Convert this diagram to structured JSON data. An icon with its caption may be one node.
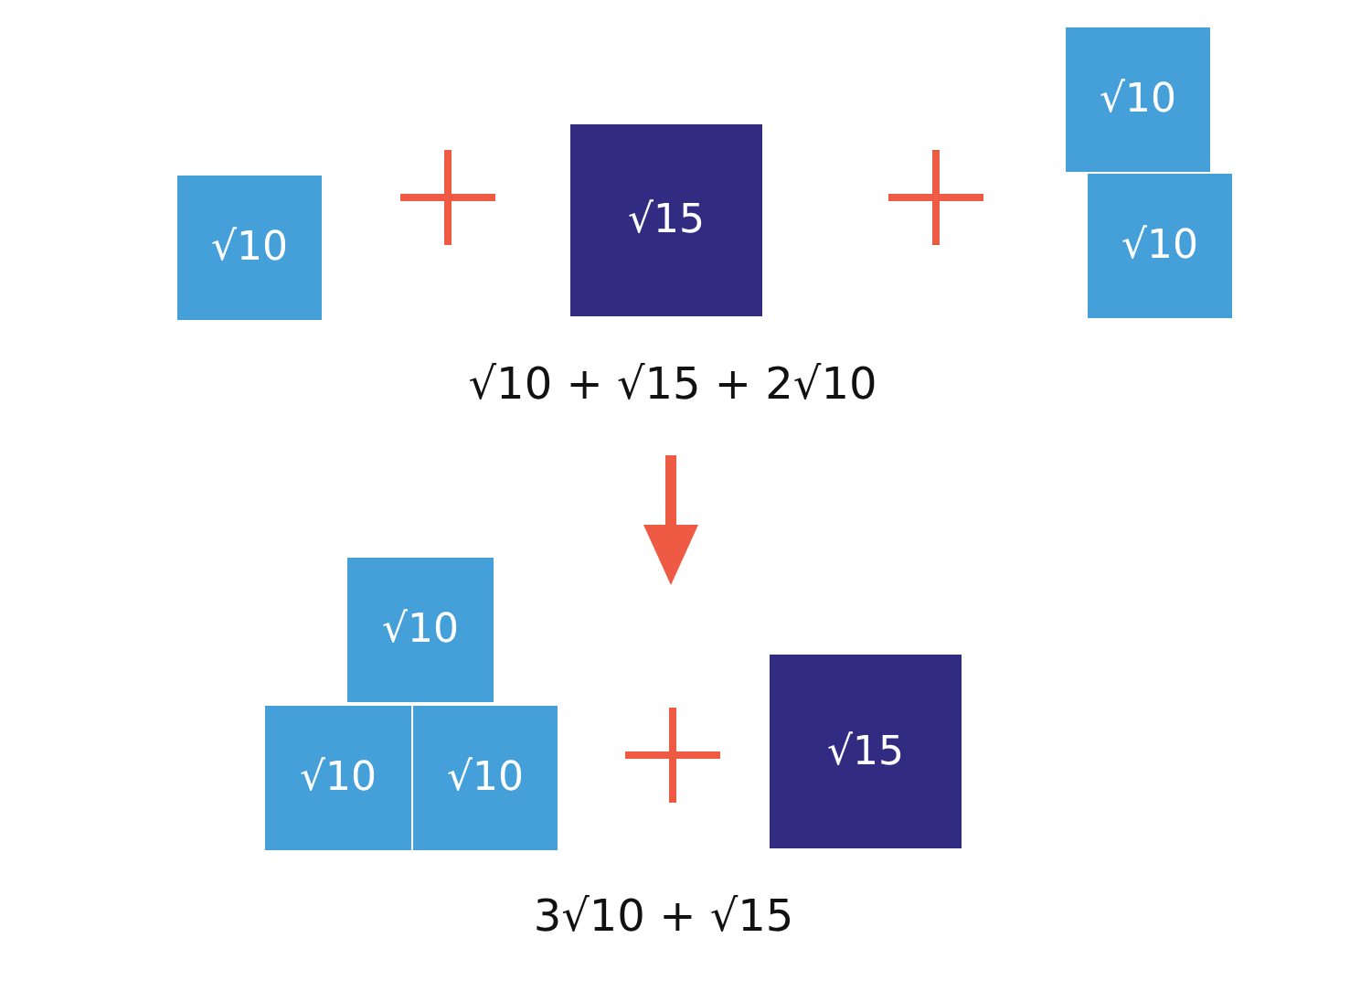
{
  "diagram": {
    "nodes": [
      {
        "text": [
          "√10"
        ]
      },
      {
        "text": [
          "√15"
        ]
      },
      {
        "text": [
          "√10"
        ]
      },
      {
        "text": [
          "√10"
        ]
      },
      {
        "text": [
          "√10"
        ]
      },
      {
        "text": [
          "√10"
        ]
      },
      {
        "text": [
          "√10"
        ]
      },
      {
        "text": [
          "√15"
        ]
      }
    ],
    "edges": [],
    "labels": [
      "√10 + √15 + 2√10",
      "3√10 + √15"
    ]
  }
}
